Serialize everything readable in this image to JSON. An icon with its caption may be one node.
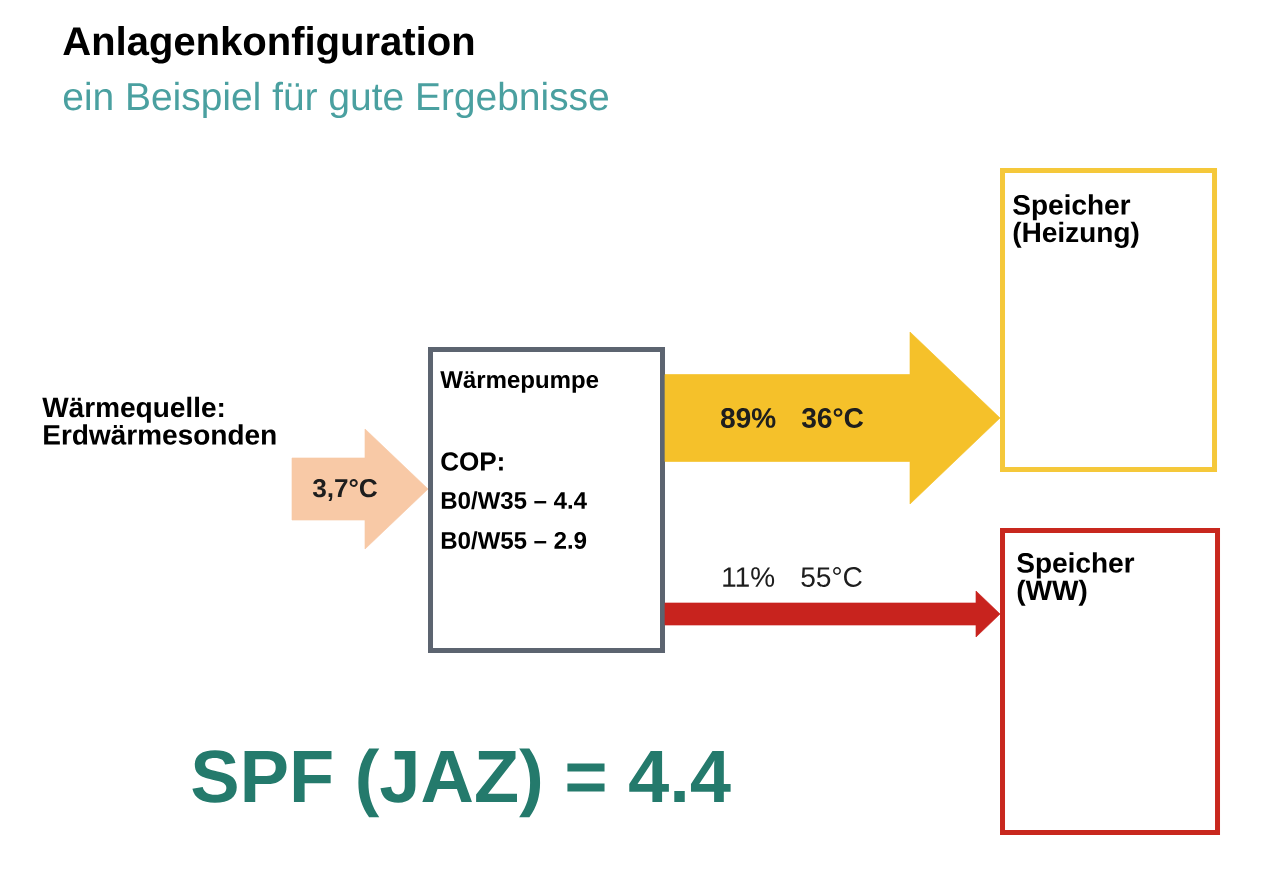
{
  "diagram": {
    "title": "Anlagenkonfiguration",
    "nodes": [
      {
        "text": [
          "Wärmequelle: Erdwärmesonden"
        ]
      },
      {
        "text": [
          "Wärmepumpe",
          "COP:",
          "B0/W35 – 4.4",
          "B0/W55 – 2.9"
        ]
      },
      {
        "text": [
          "Speicher (Heizung)"
        ]
      },
      {
        "text": [
          "Speicher (WW)"
        ]
      }
    ],
    "edges": [
      {
        "from": 0,
        "to": 1,
        "arrow": "to",
        "label": "3,7°C",
        "color": "#f8c9a6"
      },
      {
        "from": 1,
        "to": 2,
        "arrow": "to",
        "label": "89% 36°C",
        "color": "#f5c12a"
      },
      {
        "from": 1,
        "to": 3,
        "arrow": "to",
        "label": "11% 55°C",
        "color": "#c8231e"
      }
    ],
    "labels": [
      "ein Beispiel für gute Ergebnisse",
      "SPF (JAZ) = 4.4"
    ]
  }
}
